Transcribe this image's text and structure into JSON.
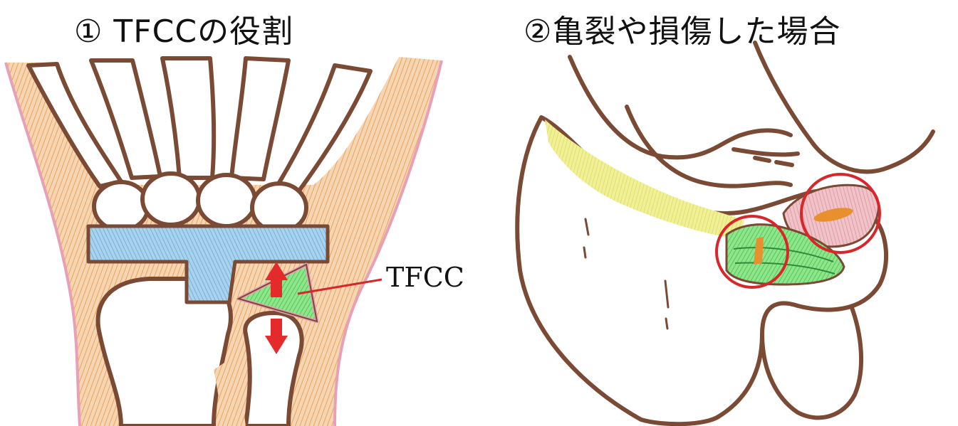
{
  "panels": [
    {
      "title": "① TFCCの役割"
    },
    {
      "title": "②亀裂や損傷した場合"
    }
  ],
  "labels": {
    "tfcc": "TFCC"
  },
  "colors": {
    "outline": "#7a4a34",
    "skin_orange": "#e8a25e",
    "skin_pink": "#e7a0b6",
    "support_blue": "#7fb6dc",
    "tfcc_green": "#69d86a",
    "arrow_red": "#e42a2a",
    "tendon_yellow": "#e9e86a",
    "marker_red": "#d9262b"
  }
}
